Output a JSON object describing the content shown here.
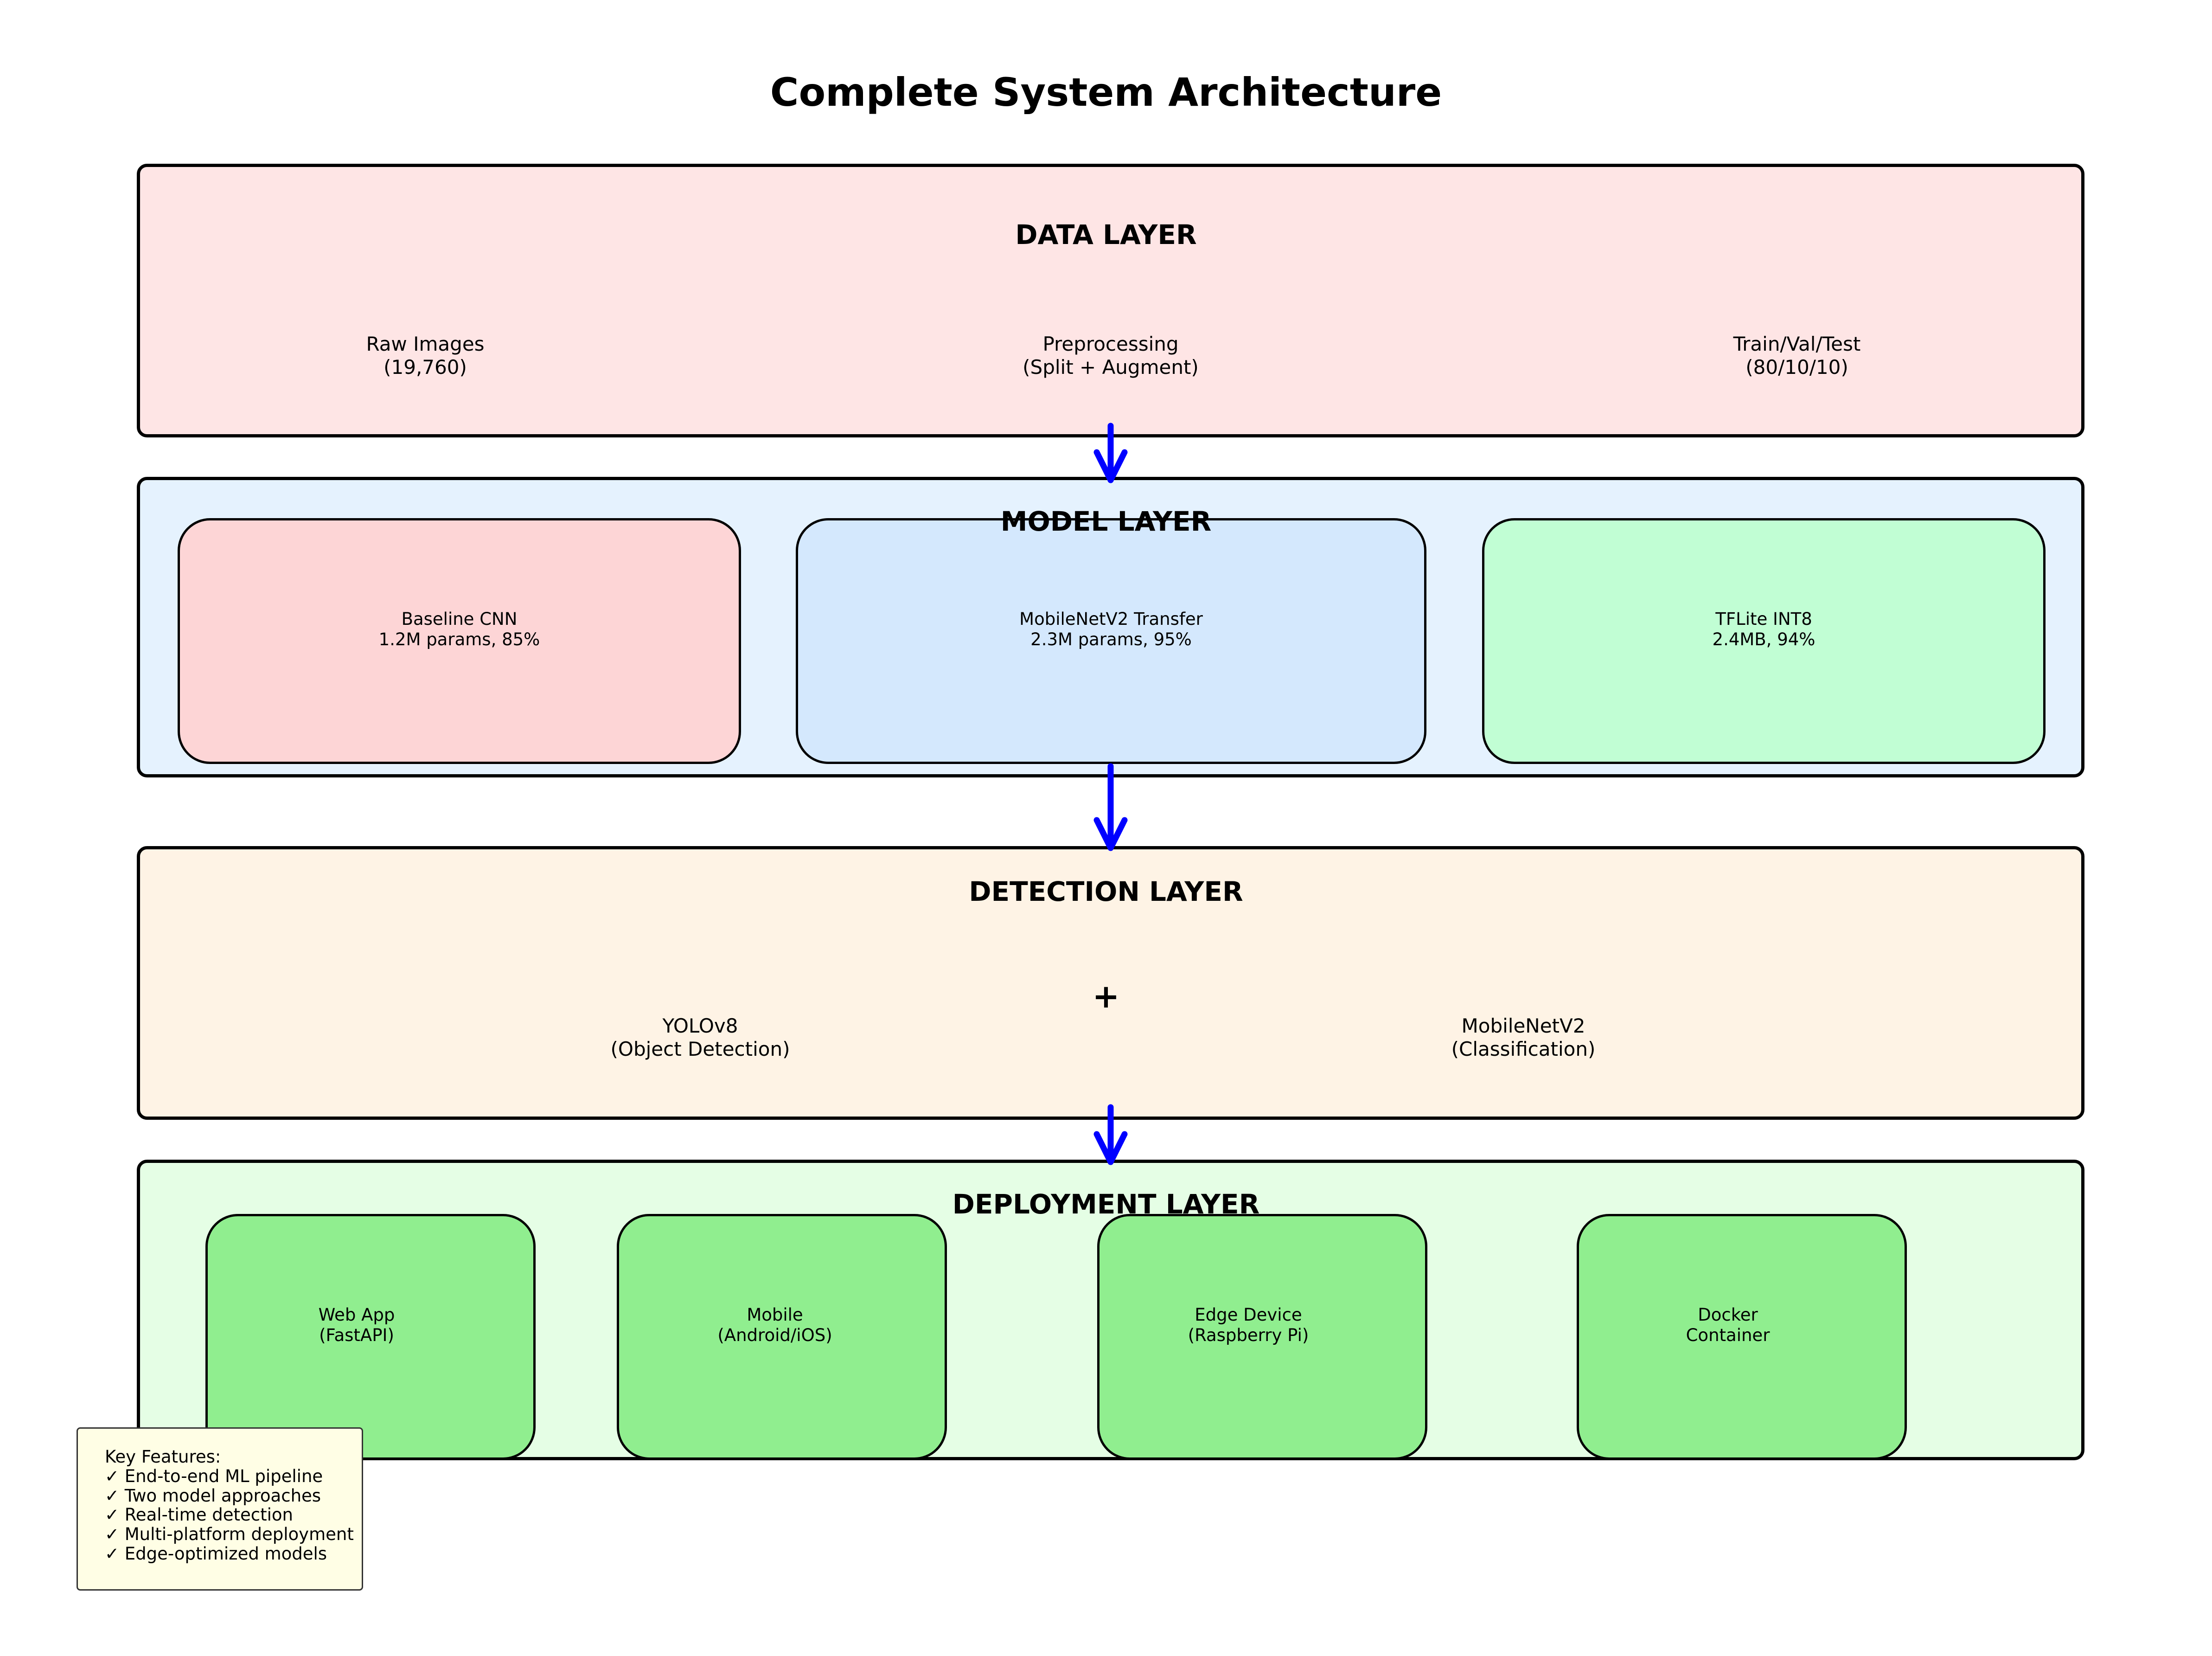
{
  "title": "Complete System Architecture",
  "colors": {
    "arrow": "#0000ff",
    "data_layer_fill": "#fee5e5",
    "model_layer_fill": "#e5f2fe",
    "detection_layer_fill": "#fef3e5",
    "deployment_layer_fill": "#e5fee5",
    "baseline_fill": "#fdd5d6",
    "mobilenet_fill": "#d4e8fd",
    "tflite_fill": "#c1fed4",
    "deploy_box_fill": "#90ee8f",
    "features_fill": "#fffee5"
  },
  "data_layer": {
    "title": "DATA LAYER",
    "items": [
      {
        "line1": "Raw Images",
        "line2": "(19,760)"
      },
      {
        "line1": "Preprocessing",
        "line2": "(Split + Augment)"
      },
      {
        "line1": "Train/Val/Test",
        "line2": "(80/10/10)"
      }
    ]
  },
  "model_layer": {
    "title": "MODEL LAYER",
    "items": [
      {
        "line1": "Baseline CNN",
        "line2": "1.2M params, 85%"
      },
      {
        "line1": "MobileNetV2 Transfer",
        "line2": "2.3M params, 95%"
      },
      {
        "line1": "TFLite INT8",
        "line2": "2.4MB, 94%"
      }
    ]
  },
  "detection_layer": {
    "title": "DETECTION LAYER",
    "left": {
      "line1": "YOLOv8",
      "line2": "(Object Detection)"
    },
    "plus": "+",
    "right": {
      "line1": "MobileNetV2",
      "line2": "(Classification)"
    }
  },
  "deployment_layer": {
    "title": "DEPLOYMENT LAYER",
    "items": [
      {
        "line1": "Web App",
        "line2": "(FastAPI)"
      },
      {
        "line1": "Mobile",
        "line2": "(Android/iOS)"
      },
      {
        "line1": "Edge Device",
        "line2": "(Raspberry Pi)"
      },
      {
        "line1": "Docker",
        "line2": "Container"
      }
    ]
  },
  "key_features": {
    "heading": "Key Features:",
    "items": [
      "✓ End-to-end ML pipeline",
      "✓ Two model approaches",
      "✓ Real-time detection",
      "✓ Multi-platform deployment",
      "✓ Edge-optimized models"
    ]
  }
}
